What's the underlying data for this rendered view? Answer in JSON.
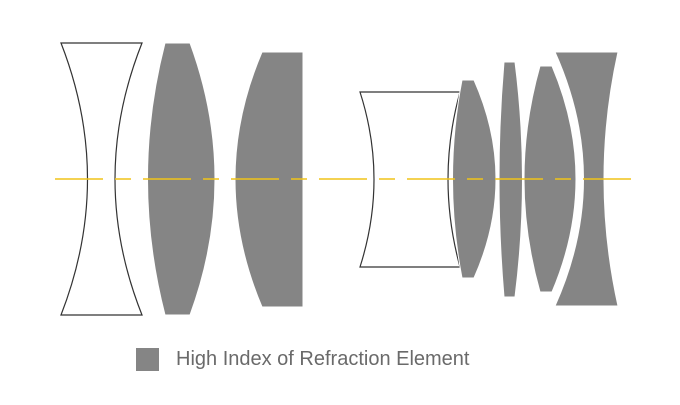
{
  "colors": {
    "high_index": "#858585",
    "outline": "#333333",
    "axis": "#f0c419",
    "legend_text": "#6a6a6a"
  },
  "legend": {
    "label": "High Index of Refraction Element",
    "swatch_icon": "square-swatch-icon"
  },
  "elements": [
    {
      "name": "biconcave-lens-1",
      "group": 1,
      "high_index": false
    },
    {
      "name": "biconvex-lens-2",
      "group": 1,
      "high_index": true
    },
    {
      "name": "meniscus-lens-3",
      "group": 1,
      "high_index": true
    },
    {
      "name": "biconcave-lens-4",
      "group": 2,
      "high_index": false
    },
    {
      "name": "convex-lens-5",
      "group": 2,
      "high_index": true
    },
    {
      "name": "thin-convex-lens-6",
      "group": 2,
      "high_index": true
    },
    {
      "name": "convex-lens-7",
      "group": 2,
      "high_index": true
    },
    {
      "name": "meniscus-lens-8",
      "group": 2,
      "high_index": true
    }
  ]
}
